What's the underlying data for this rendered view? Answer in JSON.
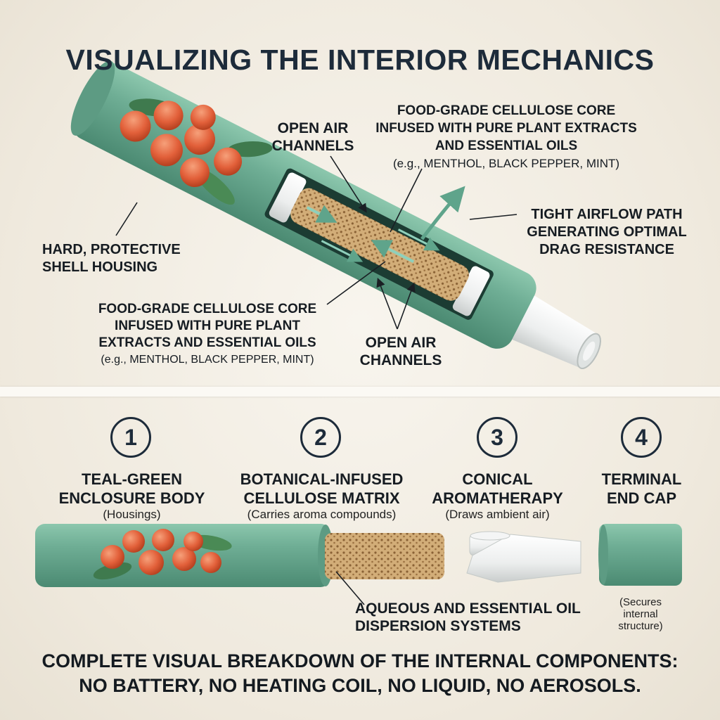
{
  "title": "VISUALIZING THE INTERIOR MECHANICS",
  "callouts": {
    "open_air_top": [
      "OPEN AIR",
      "CHANNELS"
    ],
    "core_top": [
      "FOOD-GRADE CELLULOSE CORE",
      "INFUSED WITH PURE PLANT EXTRACTS",
      "AND ESSENTIAL OILS",
      "(e.g., MENTHOL, BLACK PEPPER, MINT)"
    ],
    "tight_airflow": [
      "TIGHT AIRFLOW PATH",
      "GENERATING OPTIMAL",
      "DRAG RESISTANCE"
    ],
    "shell": [
      "HARD, PROTECTIVE",
      "SHELL HOUSING"
    ],
    "core_bottom": [
      "FOOD-GRADE CELLULOSE CORE",
      "INFUSED WITH PURE PLANT",
      "EXTRACTS AND ESSENTIAL OILS",
      "(e.g., MENTHOL, BLACK PEPPER, MINT)"
    ],
    "open_air_bottom": [
      "OPEN AIR",
      "CHANNELS"
    ]
  },
  "components": [
    {
      "number": "1",
      "title": [
        "TEAL-GREEN",
        "ENCLOSURE BODY"
      ],
      "subtitle": "(Housings)"
    },
    {
      "number": "2",
      "title": [
        "BOTANICAL-INFUSED",
        "CELLULOSE MATRIX"
      ],
      "subtitle": "(Carries aroma compounds)"
    },
    {
      "number": "3",
      "title": [
        "CONICAL",
        "AROMATHERAPY"
      ],
      "subtitle": "(Draws ambient air)"
    },
    {
      "number": "4",
      "title": [
        "TERMINAL",
        "END CAP"
      ],
      "subtitle": ""
    }
  ],
  "dispersion_label": [
    "AQUEOUS AND ESSENTIAL OIL",
    "DISPERSION SYSTEMS"
  ],
  "end_cap_note": [
    "(Secures",
    "internal",
    "structure)"
  ],
  "bottom_text": [
    "COMPLETE VISUAL BREAKDOWN OF THE INTERNAL COMPONENTS:",
    "NO BATTERY, NO HEATING COIL, NO LIQUID, NO AEROSOLS."
  ],
  "colors": {
    "teal": "#6fae95",
    "title": "#1d2b3a",
    "fruit": "#e2603a",
    "cellulose": "#c9a26b"
  }
}
